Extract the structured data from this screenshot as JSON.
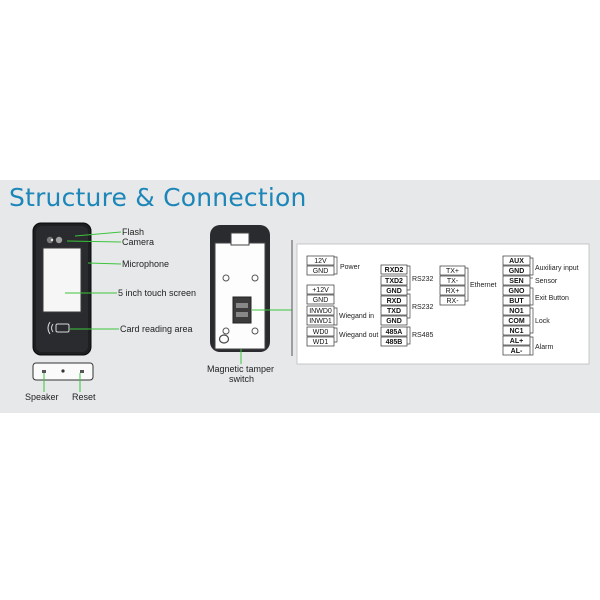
{
  "title": "Structure & Connection",
  "front_labels": {
    "flash": "Flash",
    "camera": "Camera",
    "microphone": "Microphone",
    "screen": "5 inch touch screen",
    "card": "Card reading area"
  },
  "bottom_labels": {
    "speaker": "Speaker",
    "reset": "Reset"
  },
  "tamper_label": [
    "Magnetic tamper",
    "switch"
  ],
  "left_terminals": [
    "12V",
    "GND",
    "+12V",
    "GND",
    "INWD0",
    "INWD1",
    "WD0",
    "WD1"
  ],
  "left_groups": {
    "power": "Power",
    "wiegand_in": "Wiegand in",
    "wiegand_out": "Wiegand out"
  },
  "middle_terminals": [
    "RXD2",
    "TXD2",
    "GND",
    "RXD",
    "TXD",
    "GND",
    "485A",
    "485B"
  ],
  "middle_groups": {
    "rs232_a": "RS232",
    "rs232_b": "RS232",
    "rs485": "RS485"
  },
  "ethernet_terminals": [
    "TX+",
    "TX-",
    "RX+",
    "RX-"
  ],
  "ethernet_label": "Ethernet",
  "right_terminals": [
    "AUX",
    "GND",
    "SEN",
    "GNO",
    "BUT",
    "NO1",
    "COM",
    "NC1",
    "AL+",
    "AL-"
  ],
  "right_groups": {
    "aux": "Auxiliary input",
    "sensor": "Sensor",
    "exit": "Exit Button",
    "lock": "Lock",
    "alarm": "Alarm"
  },
  "colors": {
    "title": "#1c86b8",
    "panel": "#e7e8ea",
    "pointer": "#3cc43c"
  }
}
